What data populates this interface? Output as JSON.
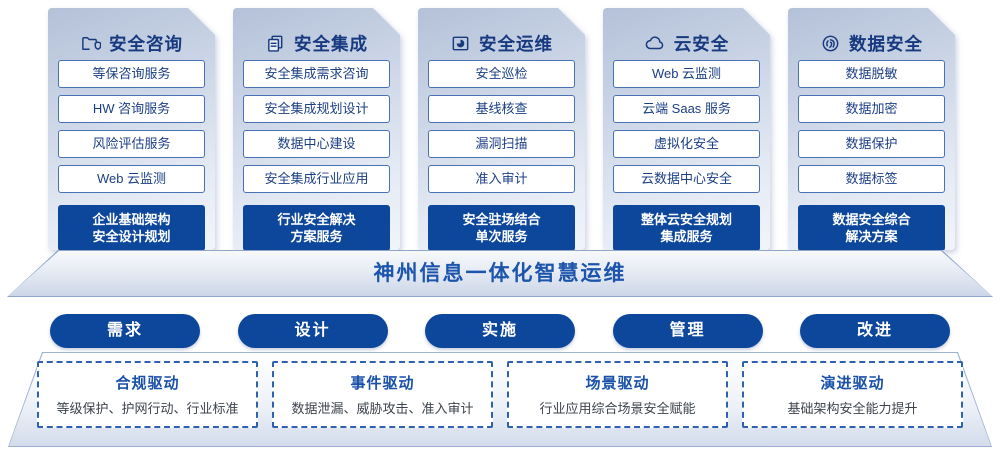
{
  "banner": {
    "title": "神州信息一体化智慧运维"
  },
  "columns": [
    {
      "title": "安全咨询",
      "icon": "folder-shield-icon",
      "items": [
        "等保咨询服务",
        "HW 咨询服务",
        "风险评估服务",
        "Web 云监测"
      ],
      "highlight": [
        "企业基础架构",
        "安全设计规划"
      ]
    },
    {
      "title": "安全集成",
      "icon": "documents-icon",
      "items": [
        "安全集成需求咨询",
        "安全集成规划设计",
        "数据中心建设",
        "安全集成行业应用"
      ],
      "highlight": [
        "行业安全解决",
        "方案服务"
      ]
    },
    {
      "title": "安全运维",
      "icon": "folder-chart-icon",
      "items": [
        "安全巡检",
        "基线核查",
        "漏洞扫描",
        "准入审计"
      ],
      "highlight": [
        "安全驻场结合",
        "单次服务"
      ]
    },
    {
      "title": "云安全",
      "icon": "cloud-icon",
      "items": [
        "Web 云监测",
        "云端 Saas 服务",
        "虚拟化安全",
        "云数据中心安全"
      ],
      "highlight": [
        "整体云安全规划",
        "集成服务"
      ]
    },
    {
      "title": "数据安全",
      "icon": "fingerprint-icon",
      "items": [
        "数据脱敏",
        "数据加密",
        "数据保护",
        "数据标签"
      ],
      "highlight": [
        "数据安全综合",
        "解决方案"
      ]
    }
  ],
  "phases": [
    "需求",
    "设计",
    "实施",
    "管理",
    "改进"
  ],
  "drivers": [
    {
      "title": "合规驱动",
      "desc": "等级保护、护网行动、行业标准"
    },
    {
      "title": "事件驱动",
      "desc": "数据泄漏、威胁攻击、准入审计"
    },
    {
      "title": "场景驱动",
      "desc": "行业应用综合场景安全赋能"
    },
    {
      "title": "演进驱动",
      "desc": "基础架构安全能力提升"
    }
  ],
  "colors": {
    "accent_deep_blue": "#0d479c",
    "navy_text": "#16397f",
    "banner_text_blue": "#1d55ad",
    "box_border_blue": "#4872b4",
    "dashed_border_blue": "#2e62b0",
    "panel_top": "#b4c1d8",
    "panel_bottom": "#f1f4fa"
  }
}
